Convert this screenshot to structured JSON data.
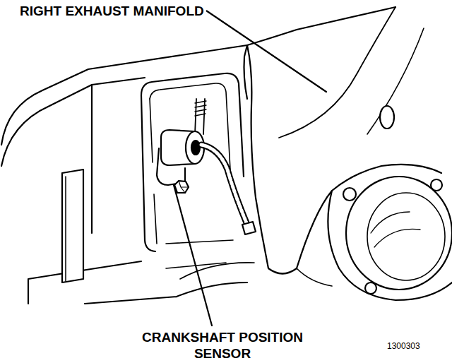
{
  "diagram": {
    "labels": [
      "RIGHT EXHAUST MANIFOLD",
      "CRANKSHAFT POSITION SENSOR",
      "1300303"
    ]
  }
}
